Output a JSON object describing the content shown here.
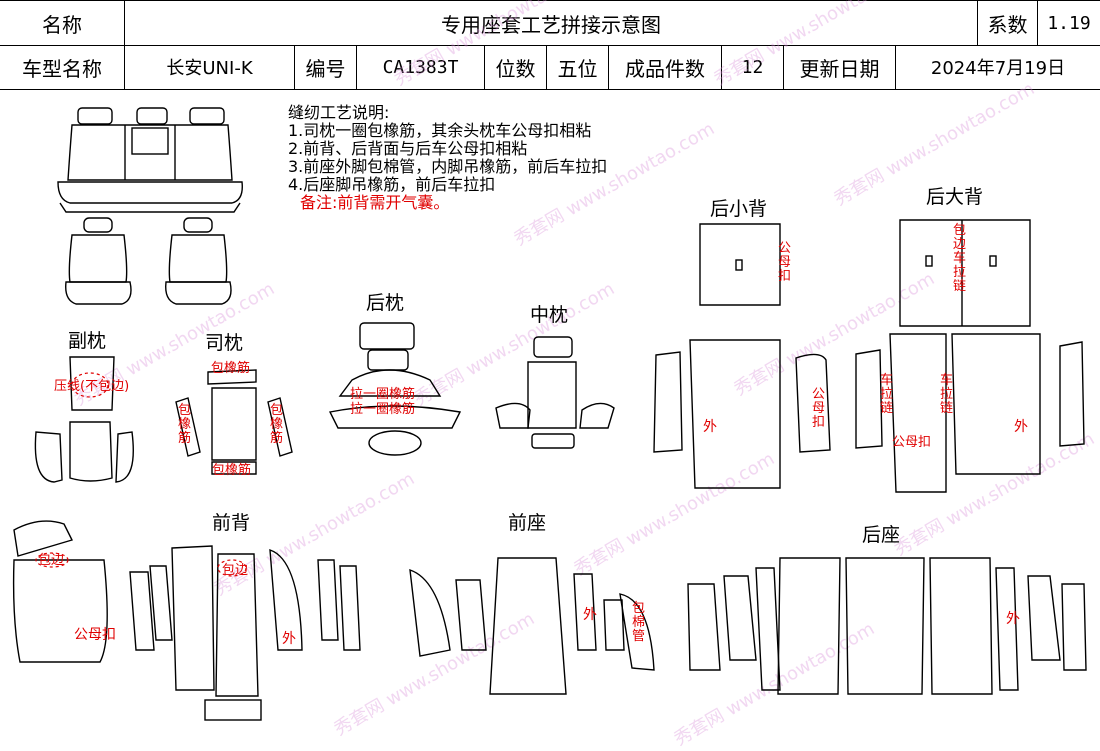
{
  "header": {
    "row1": {
      "name_label": "名称",
      "title": "专用座套工艺拼接示意图",
      "coef_label": "系数",
      "coef_value": "1.19"
    },
    "row2": {
      "model_label": "车型名称",
      "model_value": "长安UNI-K",
      "code_label": "编号",
      "code_value": "CA1383T",
      "seats_label": "位数",
      "seats_value": "五位",
      "pieces_label": "成品件数",
      "pieces_value": "12",
      "date_label": "更新日期",
      "date_value": "2024年7月19日"
    }
  },
  "notes": {
    "heading": "缝纫工艺说明:",
    "items": [
      "1.司枕一圈包橡筋，其余头枕车公母扣相粘",
      "2.前背、后背面与后车公母扣相粘",
      "3.前座外脚包棉管，内脚吊橡筋，前后车拉扣",
      "4.后座脚吊橡筋，前后车拉扣"
    ],
    "remark": "备注:前背需开气囊。"
  },
  "sections": {
    "fu_zhen": "副枕",
    "si_zhen": "司枕",
    "hou_zhen": "后枕",
    "zhong_zhen": "中枕",
    "hou_xiao_bei": "后小背",
    "hou_da_bei": "后大背",
    "qian_bei": "前背",
    "qian_zuo": "前座",
    "hou_zuo": "后座"
  },
  "annotations": {
    "yaxian": "压线(不包边)",
    "bao_xiangjin": "包橡筋",
    "bao_xiangjin_v": "包\n橡\n筋",
    "la_yiquan": "拉一圈橡筋",
    "gongmu_v": "公\n母\n扣",
    "bao_bian_che_la_lian": "包\n边\n车\n拉\n链",
    "wai": "外",
    "che_la_lian": "车\n拉\n链",
    "gongmukou": "公母扣",
    "bao_bian": "包边",
    "bao_mian_guan": "包\n棉\n管"
  },
  "watermark": "秀套网 www.showtao.com"
}
